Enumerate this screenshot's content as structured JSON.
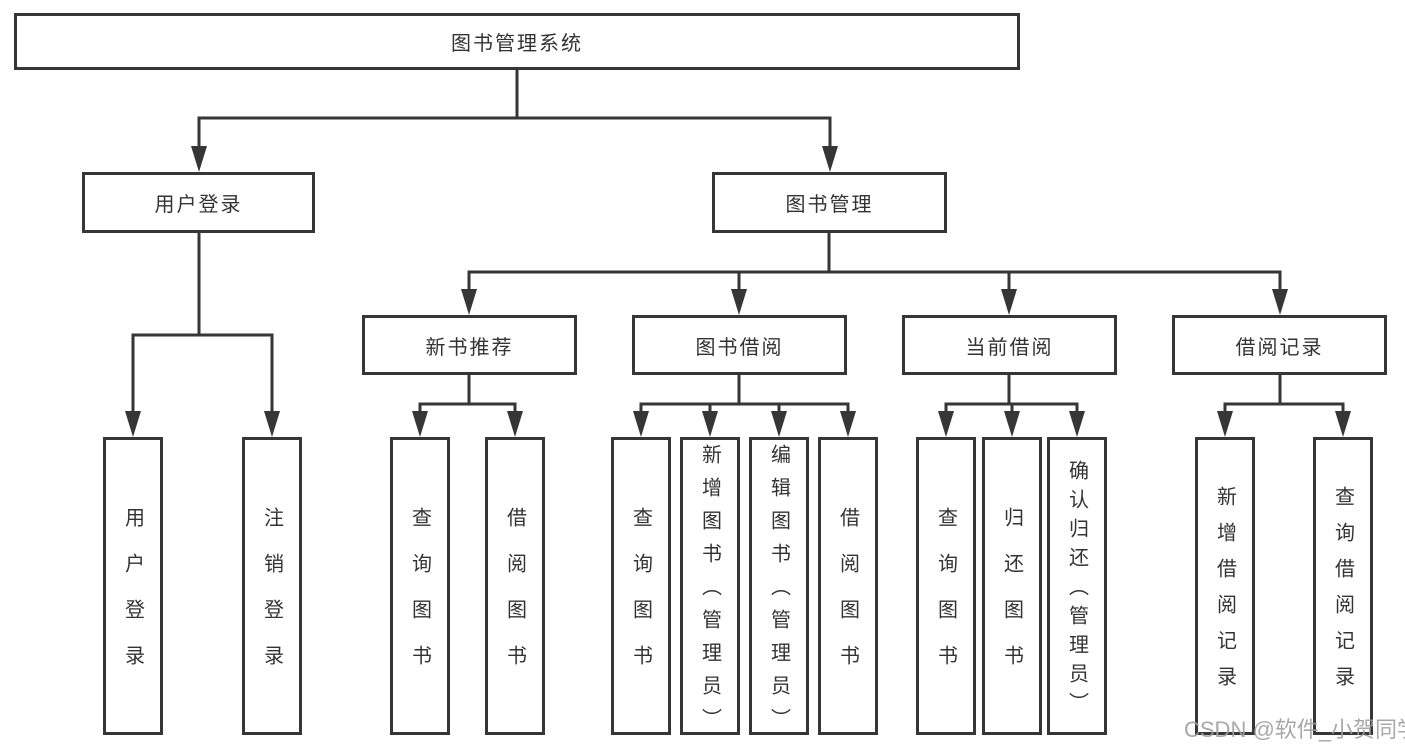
{
  "diagram": {
    "type": "hierarchy-diagram",
    "tree": {
      "root": {
        "label": "图书管理系统",
        "children": [
          {
            "label": "用户登录",
            "children": [
              {
                "label": "用户登录"
              },
              {
                "label": "注销登录"
              }
            ]
          },
          {
            "label": "图书管理",
            "children": [
              {
                "label": "新书推荐",
                "children": [
                  {
                    "label": "查询图书"
                  },
                  {
                    "label": "借阅图书"
                  }
                ]
              },
              {
                "label": "图书借阅",
                "children": [
                  {
                    "label": "查询图书"
                  },
                  {
                    "label": "新增图书（管理员）"
                  },
                  {
                    "label": "编辑图书（管理员）"
                  },
                  {
                    "label": "借阅图书"
                  }
                ]
              },
              {
                "label": "当前借阅",
                "children": [
                  {
                    "label": "查询图书"
                  },
                  {
                    "label": "归还图书"
                  },
                  {
                    "label": "确认归还（管理员）"
                  }
                ]
              },
              {
                "label": "借阅记录",
                "children": [
                  {
                    "label": "新增借阅记录"
                  },
                  {
                    "label": "查询借阅记录"
                  }
                ]
              }
            ]
          }
        ]
      }
    },
    "colors": {
      "line": "#363636",
      "box_border": "#363636",
      "text": "#333333",
      "background": "#ffffff",
      "watermark": "#9e9e9e"
    }
  },
  "watermark": {
    "text": "CSDN @软件_小贺同学"
  }
}
